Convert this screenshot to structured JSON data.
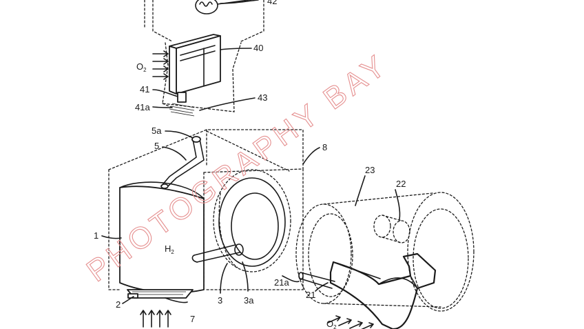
{
  "labels": {
    "l42": "42",
    "l40": "40",
    "o2_top": "O",
    "o2_top_sub": "2",
    "l41": "41",
    "l41a": "41a",
    "l43": "43",
    "l5a": "5a",
    "l5": "5",
    "l8": "8",
    "l23": "23",
    "l22": "22",
    "l1": "1",
    "h2": "H",
    "h2_sub": "2",
    "l2": "2",
    "l7": "7",
    "l3": "3",
    "l3a": "3a",
    "l21a": "21a",
    "l21": "21",
    "o2_bottom": "O",
    "o2_bottom_sub": "2"
  },
  "watermark": {
    "text": "PHOTOGRAPHY BAY",
    "color": "#e58f8f"
  }
}
